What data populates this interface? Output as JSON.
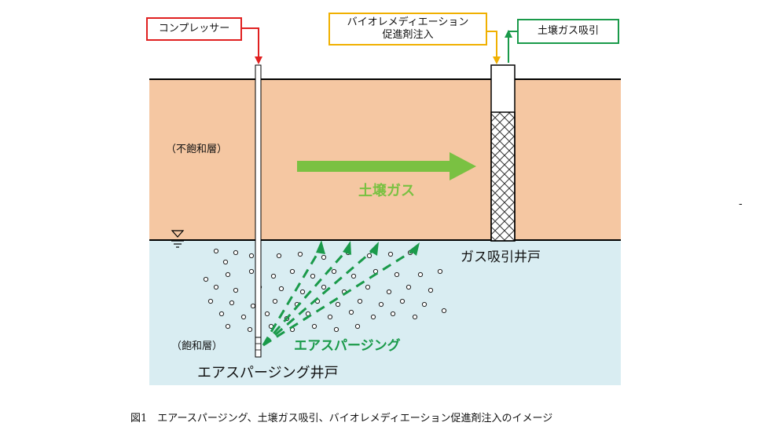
{
  "labels": {
    "compressor": "コンプレッサー",
    "bio_line1": "バイオレメディエーション",
    "bio_line2": "促進剤注入",
    "soil_gas_suction": "土壌ガス吸引",
    "unsaturated": "（不飽和層）",
    "saturated": "（飽和層）",
    "soil_gas": "土壌ガス",
    "gas_well": "ガス吸引井戸",
    "air_sparging": "エアスパージング",
    "sparging_well": "エアスパージング井戸",
    "dash": "-",
    "caption": "図1　エアースパージング、土壌ガス吸引、バイオレメディエーション促進剤注入のイメージ"
  },
  "colors": {
    "unsaturated_fill": "#f5c7a2",
    "saturated_fill": "#d9edf2",
    "compressor_arrow": "#e02020",
    "injection_arrow": "#f0b000",
    "suction_arrow": "#1a9a4a",
    "soil_gas_arrow": "#7ac142",
    "sparging_arrow": "#1a9a4a"
  },
  "icons": {
    "water_table": "water-table-triangle-icon"
  }
}
